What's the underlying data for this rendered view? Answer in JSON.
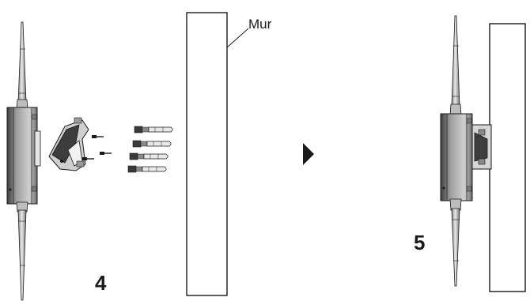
{
  "labels": {
    "wall": "Mur"
  },
  "steps": {
    "first": "4",
    "second": "5"
  },
  "colors": {
    "line": "#1a1a1a",
    "dark_gray": "#4a4a4a",
    "mid_gray": "#9a9a9a",
    "light_gray": "#d9d9d9",
    "background": "#ffffff"
  }
}
